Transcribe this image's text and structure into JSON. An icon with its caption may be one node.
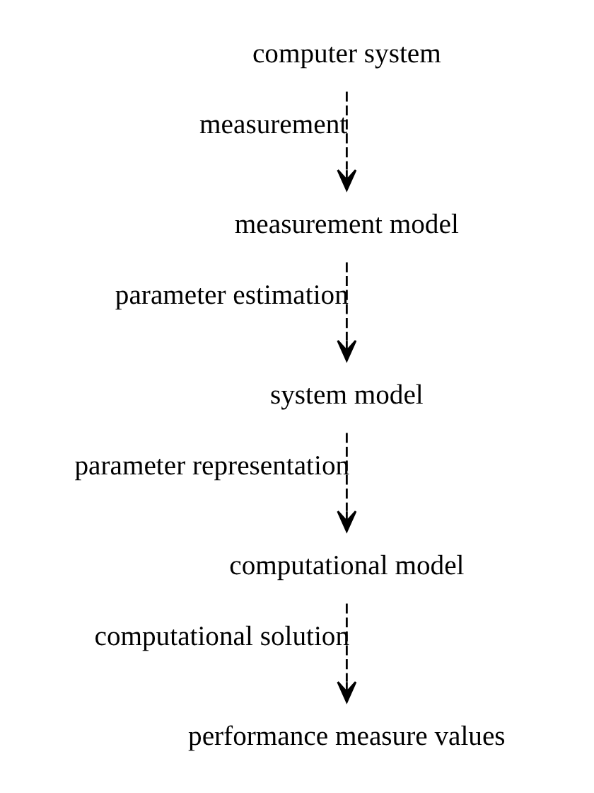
{
  "diagram": {
    "nodes": [
      {
        "text": [
          "computer system"
        ]
      },
      {
        "text": [
          "measurement model"
        ]
      },
      {
        "text": [
          "system model"
        ]
      },
      {
        "text": [
          "computational model"
        ]
      },
      {
        "text": [
          "performance measure values"
        ]
      }
    ],
    "edges": [
      {
        "from": 0,
        "to": 1,
        "arrow": "to",
        "label": "measurement",
        "style": "dashed"
      },
      {
        "from": 1,
        "to": 2,
        "arrow": "to",
        "label": "parameter estimation",
        "style": "dashed"
      },
      {
        "from": 2,
        "to": 3,
        "arrow": "to",
        "label": "parameter representation",
        "style": "dashed"
      },
      {
        "from": 3,
        "to": 4,
        "arrow": "to",
        "label": "computational solution",
        "style": "dashed"
      }
    ]
  }
}
